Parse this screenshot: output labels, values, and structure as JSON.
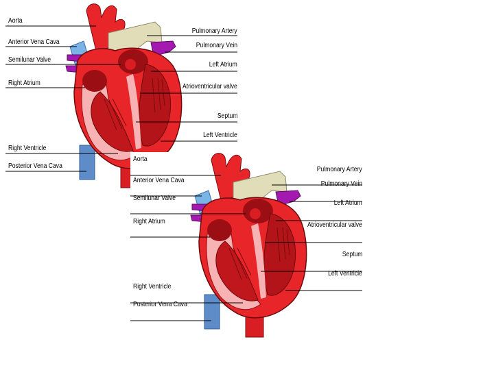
{
  "colors": {
    "heart_red": "#e8262a",
    "chamber_dark": "#9b0f14",
    "chamber_mid": "#c0171c",
    "septum_pink": "#f7b2b4",
    "vein_blue": "#7ab4e6",
    "vena_cava_blue": "#5d8cc8",
    "pulmonary_vein_purple": "#a41ab0",
    "pulmonary_artery_tan": "#e2ddb9",
    "leader_line": "#000000"
  },
  "diagrams": [
    {
      "labels": {
        "aorta": "Aorta",
        "anterior_vena_cava": "Anterior Vena Cava",
        "semilunar_valve": "Semilunar Valve",
        "right_atrium": "Right Atrium",
        "right_ventricle": "Right Ventricle",
        "posterior_vena_cava": "Posterior Vena Cava",
        "pulmonary_artery": "Pulmonary Artery",
        "pulmonary_vein": "Pulmonary Vein",
        "left_atrium": "Left Atrium",
        "atrioventricular_valve": "Atrioventricular valve",
        "septum": "Septum",
        "left_ventricle": "Left Ventricle"
      }
    },
    {
      "labels": {
        "aorta": "Aorta",
        "anterior_vena_cava": "Anterior Vena Cava",
        "semilunar_valve": "Semilunar Valve",
        "right_atrium": "Right Atrium",
        "right_ventricle": "Right Ventricle",
        "posterior_vena_cava": "Posterior Vena Cava",
        "pulmonary_artery": "Pulmonary Artery",
        "pulmonary_vein": "Pulmonary Vein",
        "left_atrium": "Left Atrium",
        "atrioventricular_valve": "Atrioventricular valve",
        "septum": "Septum",
        "left_ventricle": "Left Ventricle"
      }
    }
  ]
}
